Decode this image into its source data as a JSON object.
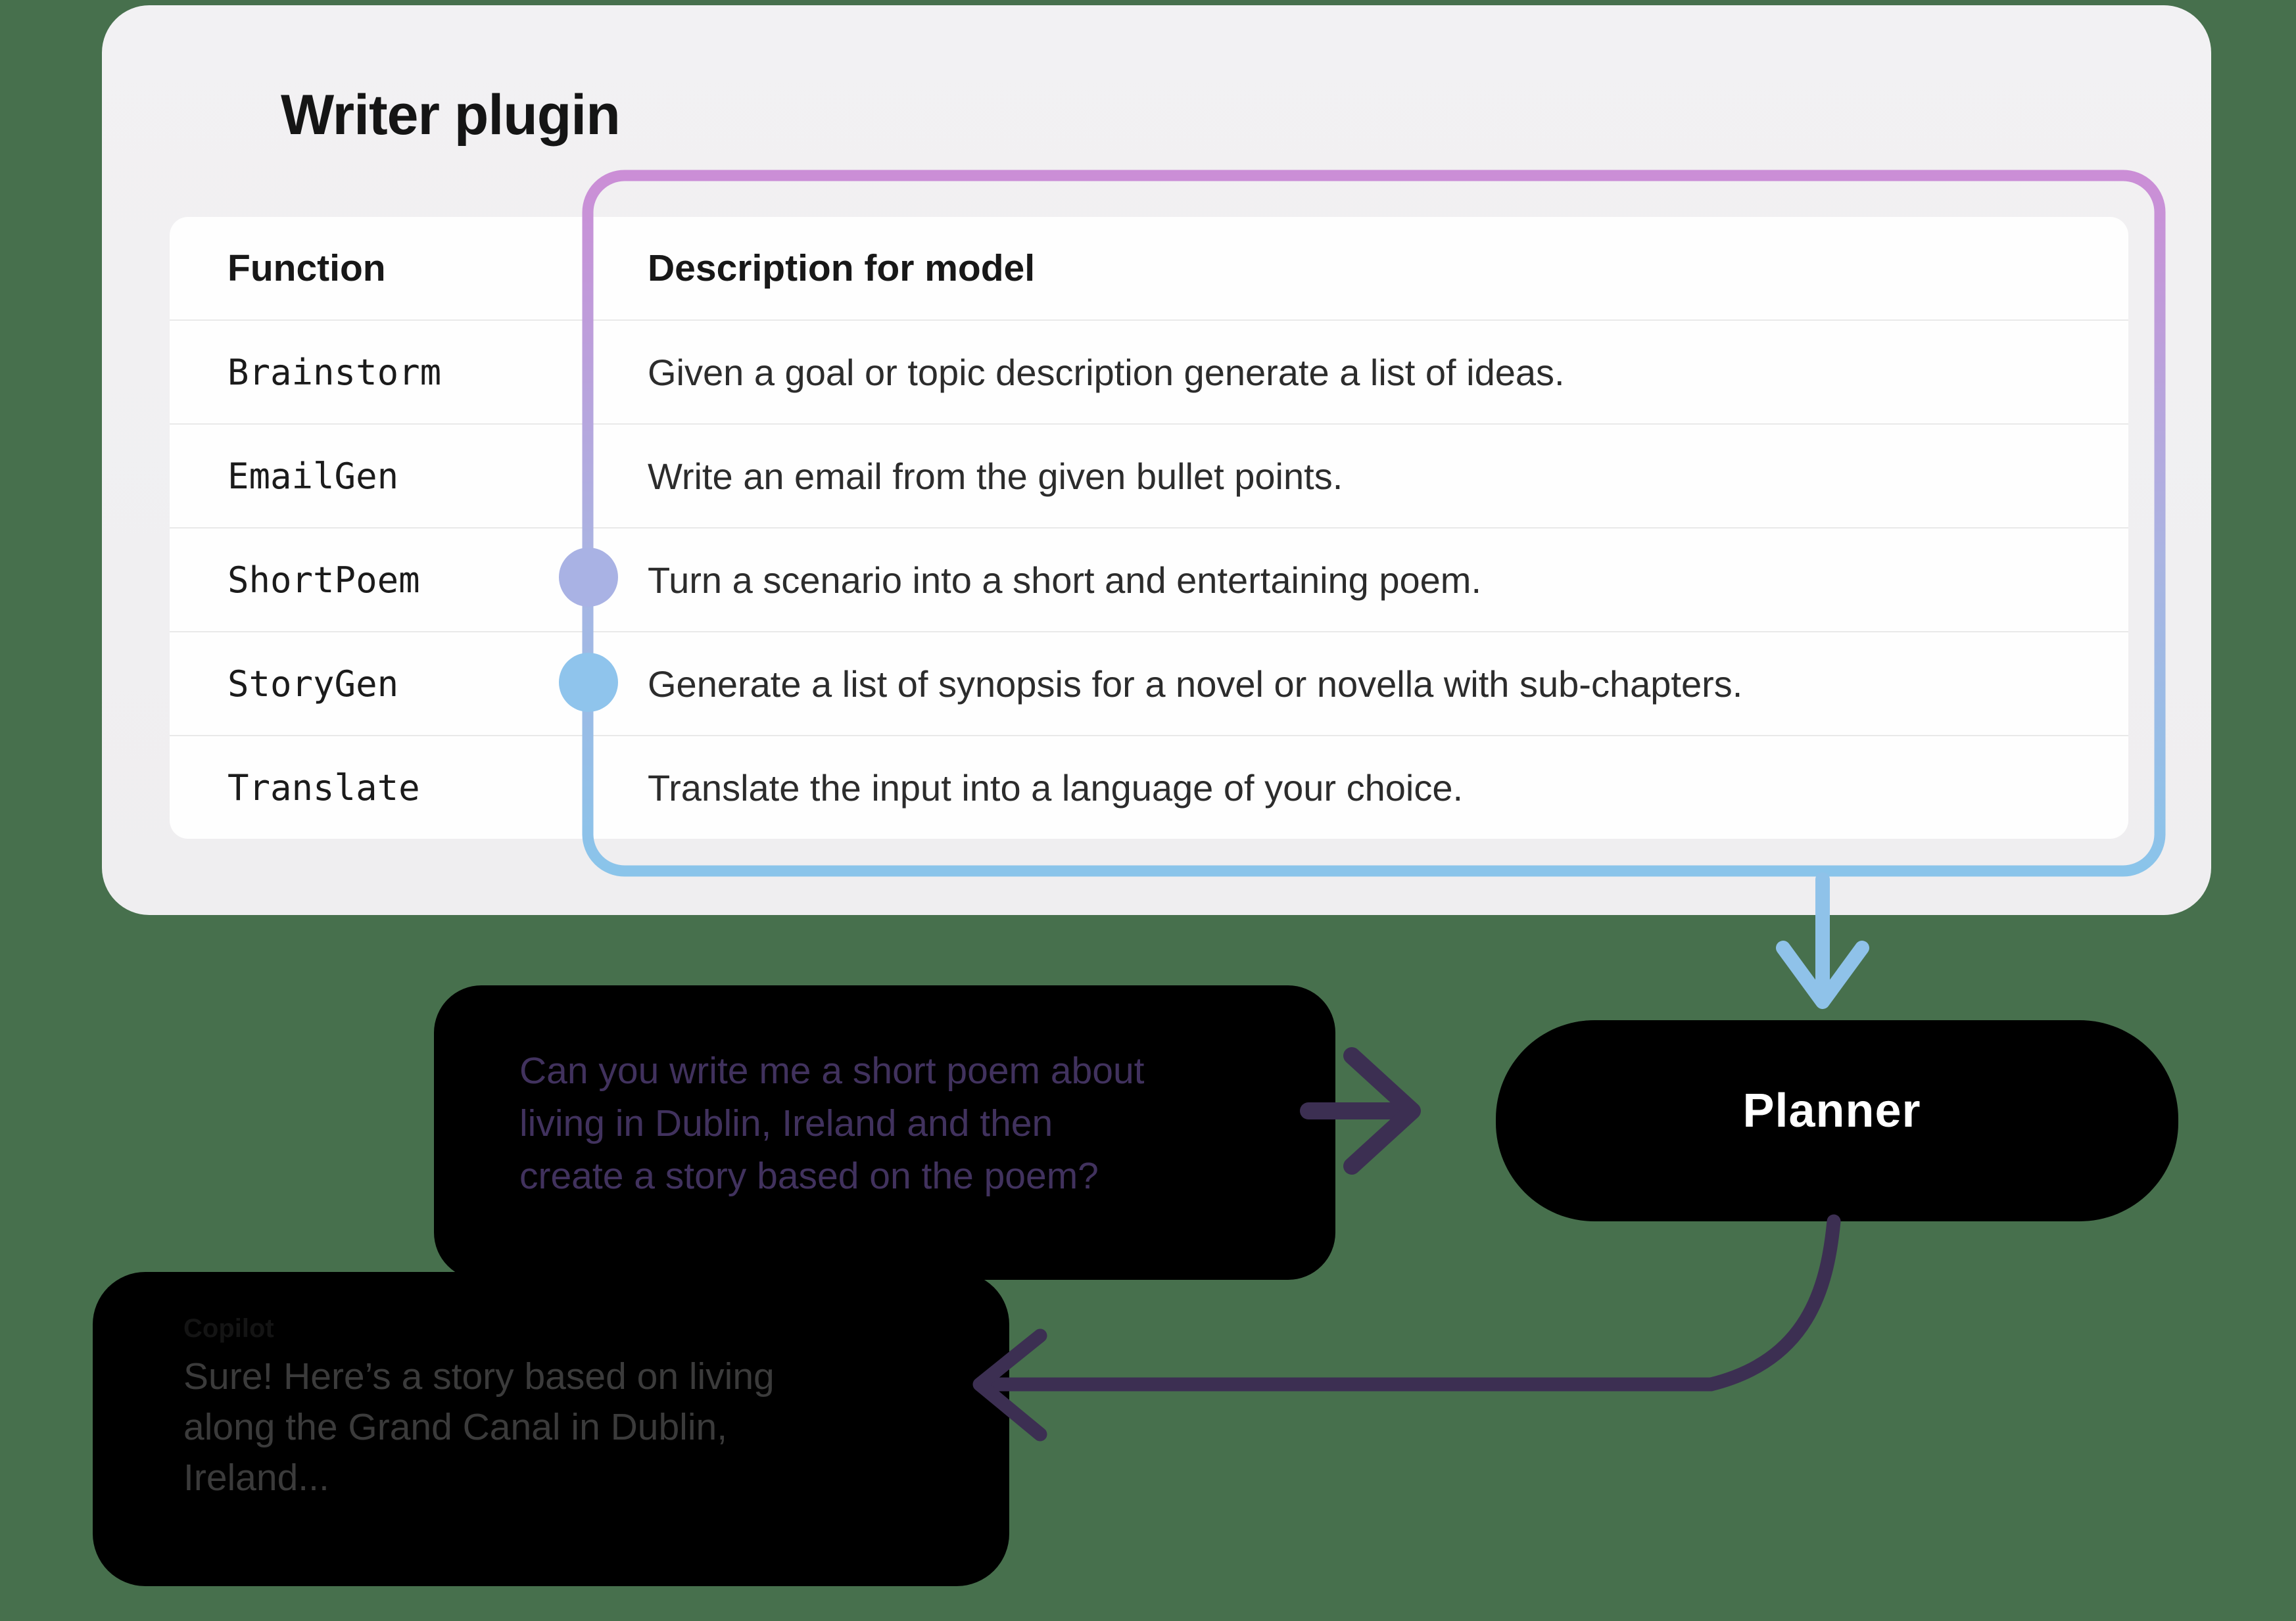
{
  "plugin_panel": {
    "title": "Writer plugin",
    "table": {
      "columns": [
        "Function",
        "Description for model"
      ],
      "rows": [
        {
          "function": "Brainstorm",
          "description": "Given a goal or topic description generate a list of ideas."
        },
        {
          "function": "EmailGen",
          "description": "Write an email from the given bullet points."
        },
        {
          "function": "ShortPoem",
          "description": "Turn a scenario into a short and entertaining poem."
        },
        {
          "function": "StoryGen",
          "description": "Generate a list of synopsis for a novel or novella with sub-chapters."
        },
        {
          "function": "Translate",
          "description": "Translate the input into a language of your choice."
        }
      ]
    },
    "highlighted_functions": [
      "ShortPoem",
      "StoryGen"
    ]
  },
  "flow": {
    "user_message": "Can you write me a short poem about living in Dublin, Ireland and then create a story based on the poem?",
    "planner_label": "Planner",
    "copilot_label": "Copilot",
    "copilot_message": "Sure! Here’s a story based on living along the Grand Canal in Dublin, Ireland..."
  },
  "colors": {
    "page_background": "#47704d",
    "card_background": "#f1f0f2",
    "scope_border_gradient_top": "#cb8ed6",
    "scope_border_gradient_mid": "#aab4e2",
    "scope_border_gradient_bottom": "#8ac4ea",
    "dot_shortpoem": "#a9b2e4",
    "dot_storygen": "#8fc4ec",
    "arrow_blue": "#8fc2e9",
    "arrow_dark": "#3c2f52",
    "planner_gradient_left": "#c794da",
    "planner_gradient_right": "#9fcbe9"
  }
}
